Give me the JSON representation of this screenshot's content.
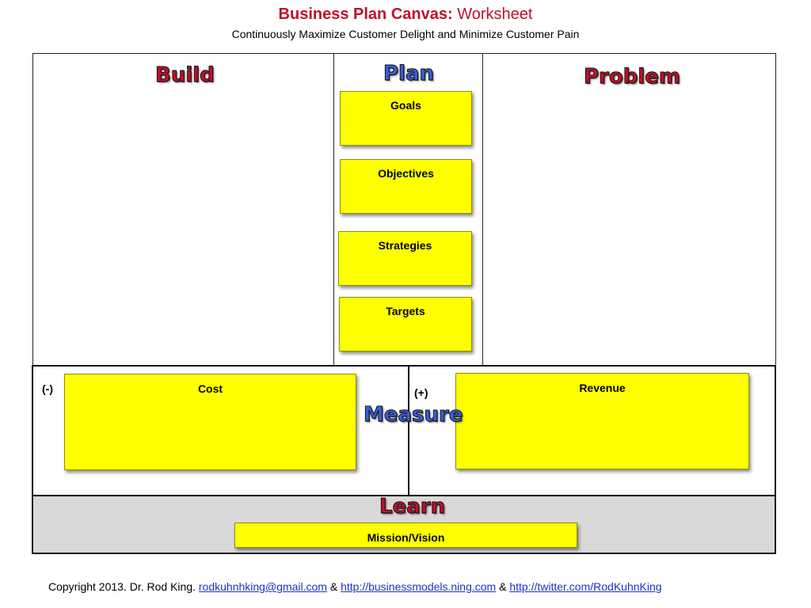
{
  "header": {
    "title_bold": "Business Plan Canvas:",
    "title_rest": "Worksheet",
    "subtitle": "Continuously Maximize Customer Delight and Minimize Customer Pain"
  },
  "sections": {
    "build": "Build",
    "plan": "Plan",
    "problem": "Problem",
    "measure": "Measure",
    "learn": "Learn"
  },
  "plan_notes": {
    "goals": "Goals",
    "objectives": "Objectives",
    "strategies": "Strategies",
    "targets": "Targets"
  },
  "measure": {
    "minus_sign": "(-)",
    "cost": "Cost",
    "plus_sign": "(+)",
    "revenue": "Revenue"
  },
  "learn": {
    "mission": "Mission/Vision"
  },
  "footer": {
    "copyright": "Copyright 2013. Dr. Rod King.",
    "email": "rodkuhnhking@gmail.com",
    "amp1": "&",
    "site": "http://businessmodels.ning.com",
    "amp2": "&",
    "twitter": "http://twitter.com/RodKuhnKing"
  },
  "colors": {
    "title_red": "#c0102a",
    "heading_blue": "#3c5dd6",
    "note_yellow": "#ffff00",
    "learn_gray": "#d9d9d9",
    "link_blue": "#1a33cc"
  }
}
